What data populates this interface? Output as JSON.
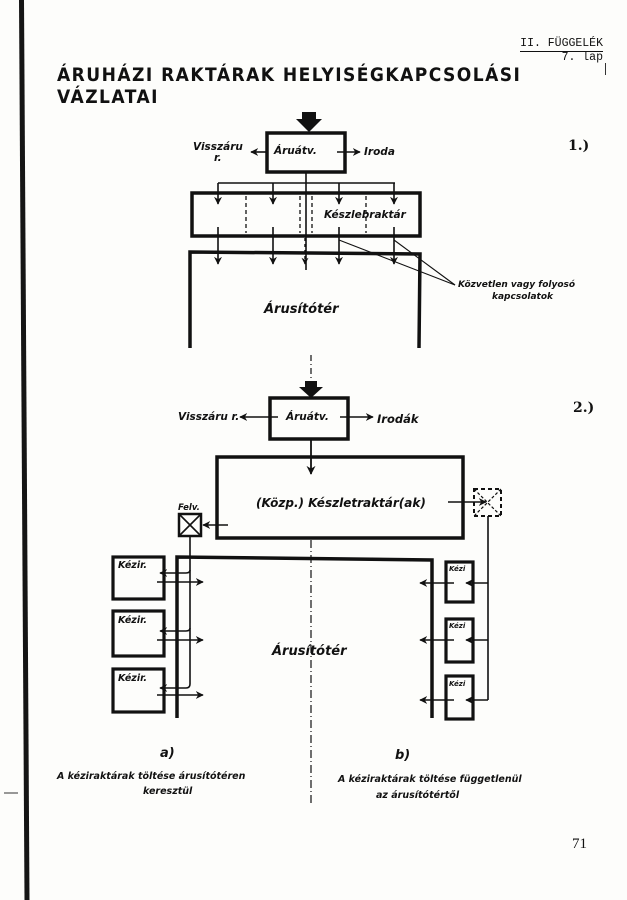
{
  "header": {
    "appendix": "II. FÜGGELÉK",
    "sheet": "7. lap"
  },
  "title": "ÁRUHÁZI RAKTÁRAK HELYISÉGKAPCSOLÁSI VÁZLATAI",
  "diagram1": {
    "number": "1.)",
    "receiving": "Áruátv.",
    "returns": "Visszáru",
    "returns_suffix": "r.",
    "office": "Iroda",
    "storage": "Készlebraktár",
    "sales_floor": "Árusítótér",
    "annotation_line1": "Közvetlen vagy folyosó",
    "annotation_line2": "kapcsolatok"
  },
  "diagram2": {
    "number": "2.)",
    "receiving": "Áruátv.",
    "returns": "Visszáru r.",
    "offices": "Irodák",
    "central_storage": "(Közp.) Készletraktár(ak)",
    "lift": "Felv.",
    "hand_storage_left": [
      "Kézir.",
      "Kézir.",
      "Kézir."
    ],
    "hand_storage_right": [
      "Kézi",
      "Kézi",
      "Kézi"
    ],
    "sales_floor": "Árusítótér",
    "variant_a_label": "a)",
    "variant_a_line1": "A kéziraktárak töltése árusítótéren",
    "variant_a_line2": "keresztül",
    "variant_b_label": "b)",
    "variant_b_line1": "A kéziraktárak töltése függetlenül",
    "variant_b_line2": "az árusítótértől"
  },
  "page_number": "71"
}
